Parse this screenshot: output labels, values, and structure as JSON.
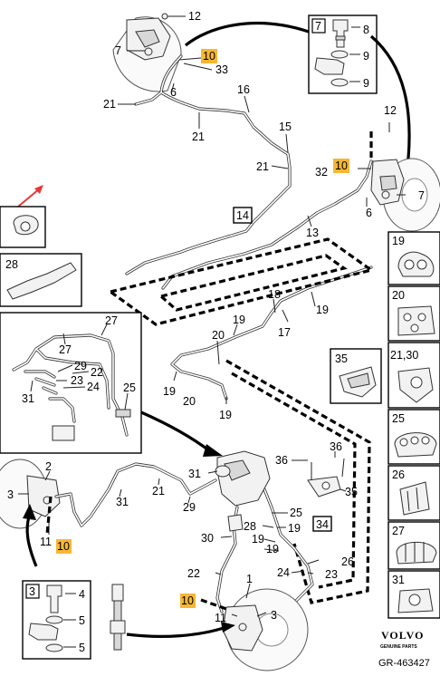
{
  "labels": {
    "top": {
      "l12": "12",
      "l7": "7",
      "l10": "10",
      "l33": "33",
      "l6": "6",
      "l16": "16",
      "l21a": "21",
      "l21b": "21",
      "l15": "15",
      "l21c": "21"
    },
    "inset7": {
      "title": "7",
      "n8": "8",
      "n9a": "9",
      "n9b": "9"
    },
    "right_top": {
      "l12": "12",
      "l32": "32",
      "l10": "10",
      "l7": "7",
      "l6": "6",
      "l13": "13"
    },
    "left_clip": {
      "l10": "10"
    },
    "box28": {
      "title": "28"
    },
    "box14": {
      "title": "14"
    },
    "middle": {
      "l18": "18",
      "l19a": "19",
      "l17": "17",
      "l19b": "19",
      "l20a": "20",
      "l19c": "19",
      "l20b": "20",
      "l19d": "19"
    },
    "box27": {
      "l27a": "27",
      "l27b": "27",
      "l29": "29",
      "l22": "22",
      "l23": "23",
      "l24": "24",
      "l31": "31",
      "l25": "25"
    },
    "side": {
      "l19": "19",
      "l20": "20",
      "l21_30": "21,30",
      "l25": "25",
      "l26": "26",
      "l27": "27",
      "l31": "31"
    },
    "box35": {
      "title": "35"
    },
    "bottom": {
      "l2": "2",
      "l3": "3",
      "l11": "11",
      "l10a": "10",
      "l31a": "31",
      "l21": "21",
      "l29": "29",
      "l31b": "31",
      "l36a": "36",
      "l36b": "36",
      "l35": "35",
      "l25": "25",
      "l28": "28",
      "l19a": "19",
      "l34": "34",
      "l30": "30",
      "l19b": "19",
      "l19c": "19",
      "l26": "26",
      "l22": "22",
      "l24": "24",
      "l23": "23",
      "l1": "1",
      "l10b": "10",
      "l11b": "11",
      "l3b": "3"
    },
    "inset3": {
      "title": "3",
      "n4": "4",
      "n5a": "5",
      "n5b": "5"
    }
  },
  "brand": {
    "name": "VOLVO",
    "sub": "GENUINE PARTS",
    "code": "GR-463427"
  },
  "colors": {
    "highlight": "#f7b733",
    "arrow": "#e53935"
  }
}
